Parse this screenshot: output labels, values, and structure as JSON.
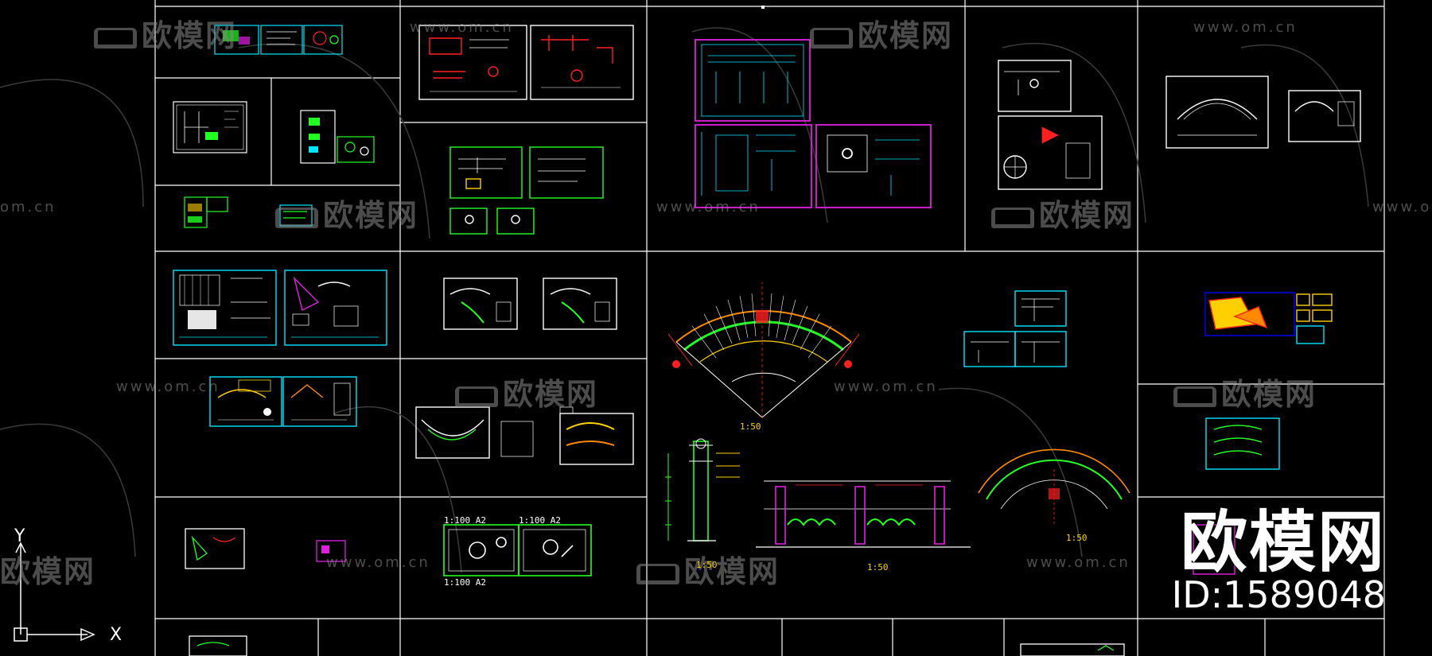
{
  "app": {
    "type": "CAD drawing viewer",
    "background": "#000000"
  },
  "watermarks": {
    "brand_cn": "欧模网",
    "url": "www.om.cn",
    "url_cut": "om.cn",
    "url_cut2": "www.om"
  },
  "branding": {
    "logo_text": "欧模网",
    "id_text": "ID:1589048"
  },
  "axes": {
    "x_label": "X",
    "y_label": "Y"
  },
  "annotations": {
    "scale_50": "1:50",
    "scale_100_a2": "1:100  A2"
  },
  "colors": {
    "frame": "#ffffff",
    "cyan": "#00e5ff",
    "green": "#22ff22",
    "magenta": "#e020e0",
    "red": "#ff2020",
    "yellow": "#ffd000",
    "orange": "#ff8a00"
  }
}
